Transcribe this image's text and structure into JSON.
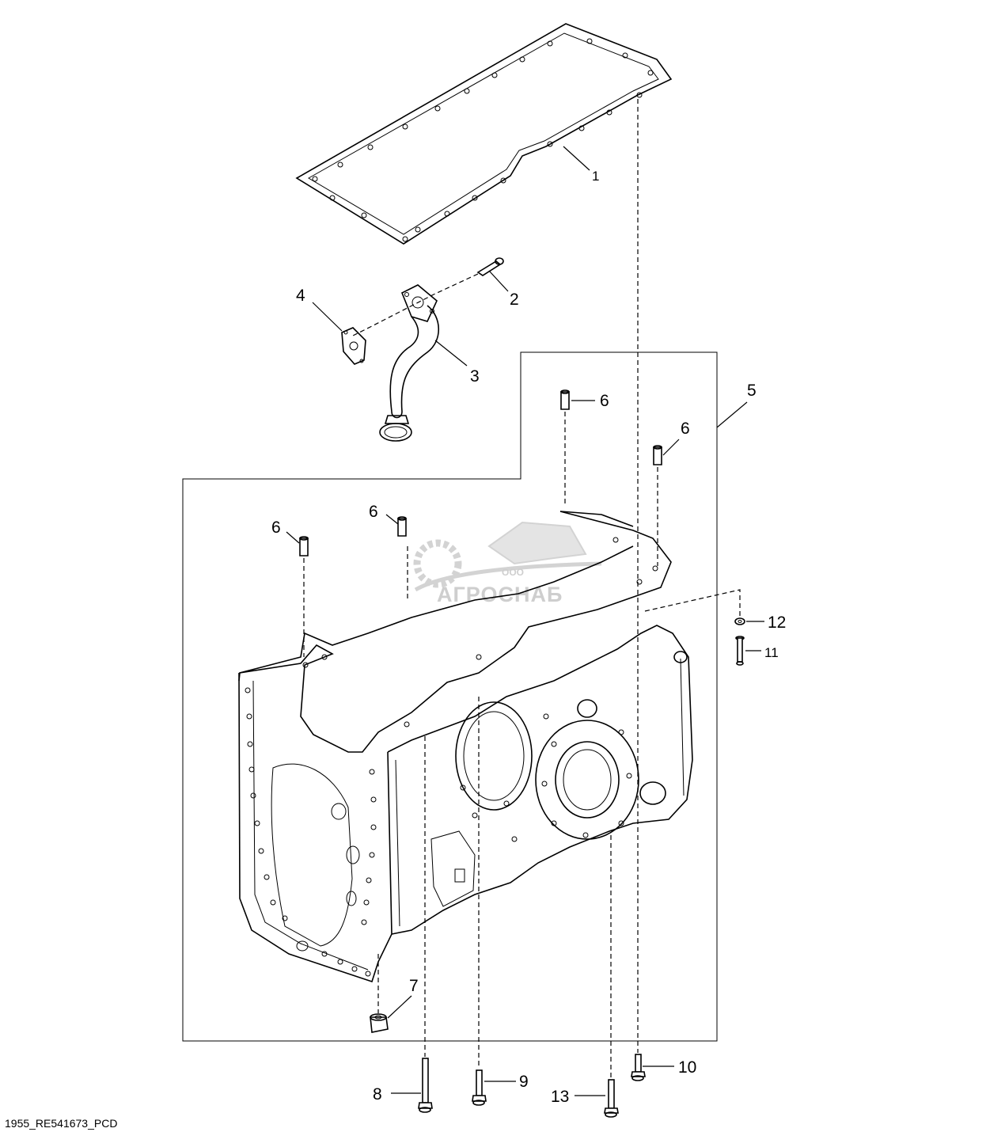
{
  "diagram": {
    "caption": "1955_RE541673_PCD",
    "watermark": {
      "company_prefix": "ООО",
      "company_name": "АГРОСНАБ"
    },
    "callouts": [
      {
        "id": "1",
        "text": "1"
      },
      {
        "id": "2",
        "text": "2"
      },
      {
        "id": "3",
        "text": "3"
      },
      {
        "id": "4",
        "text": "4"
      },
      {
        "id": "5",
        "text": "5"
      },
      {
        "id": "6a",
        "text": "6"
      },
      {
        "id": "6b",
        "text": "6"
      },
      {
        "id": "6c",
        "text": "6"
      },
      {
        "id": "6d",
        "text": "6"
      },
      {
        "id": "7",
        "text": "7"
      },
      {
        "id": "8",
        "text": "8"
      },
      {
        "id": "9",
        "text": "9"
      },
      {
        "id": "10",
        "text": "10"
      },
      {
        "id": "11",
        "text": "11"
      },
      {
        "id": "12",
        "text": "12"
      },
      {
        "id": "13",
        "text": "13"
      }
    ]
  }
}
